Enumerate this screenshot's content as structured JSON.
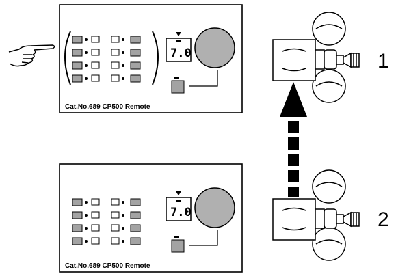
{
  "panels": [
    {
      "caption": "Cat.No.689  CP500 Remote",
      "display_value": "7.0",
      "pointer": "hand"
    },
    {
      "caption": "Cat.No.689  CP500 Remote",
      "display_value": "7.0",
      "pointer": ""
    }
  ],
  "projectors": [
    {
      "number": "1"
    },
    {
      "number": "2"
    }
  ],
  "icons": [
    "pointing-hand-icon",
    "projector-icon",
    "dashed-arrow-up-icon",
    "rotary-knob-icon"
  ],
  "colors": {
    "button_fill": "#a3a3a3",
    "knob_fill": "#b0b0b0",
    "stroke": "#000000",
    "background": "#ffffff"
  }
}
